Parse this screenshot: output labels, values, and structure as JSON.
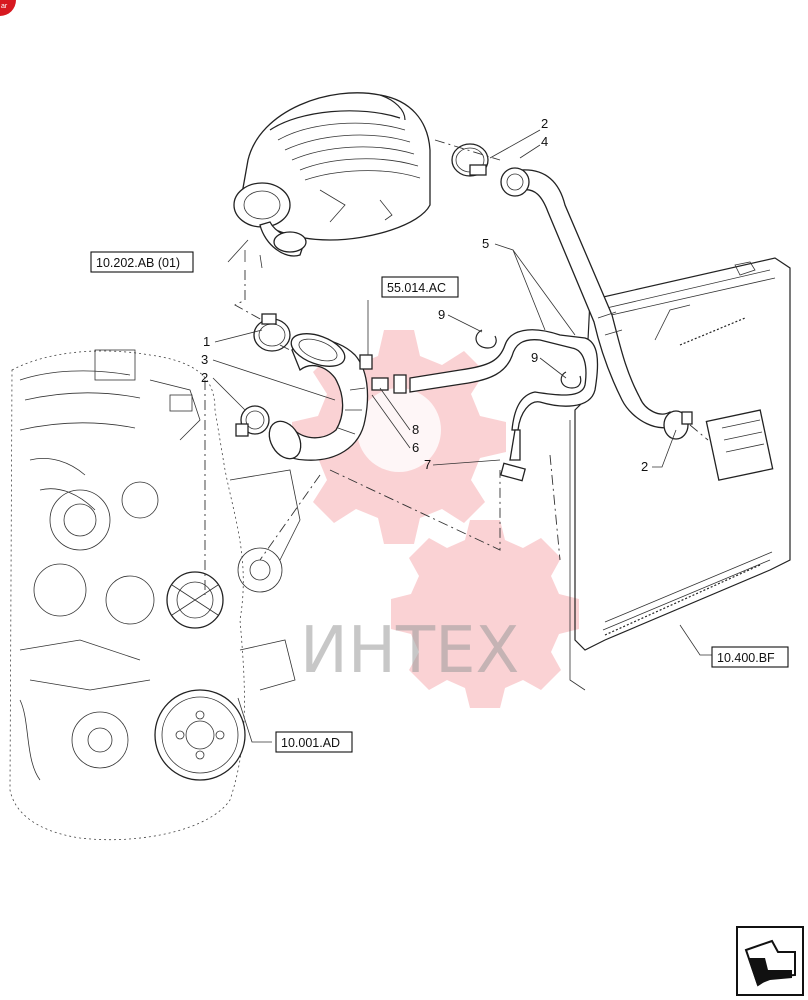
{
  "corner_badge": "ar",
  "watermark": "ИНТЕХ",
  "references": {
    "air_filter": "10.202.AB (01)",
    "sensor": "55.014.AC",
    "radiator": "10.400.BF",
    "engine": "10.001.AD"
  },
  "callouts": {
    "c1": "1",
    "c2a": "2",
    "c2b": "2",
    "c2c": "2",
    "c3": "3",
    "c4": "4",
    "c5": "5",
    "c6": "6",
    "c7": "7",
    "c8": "8",
    "c9a": "9",
    "c9b": "9"
  },
  "icons": {
    "corner": "brand-badge",
    "nav": "next-page-arrow-icon"
  },
  "colors": {
    "watermark": "#e8323a",
    "badge": "#d71920"
  }
}
